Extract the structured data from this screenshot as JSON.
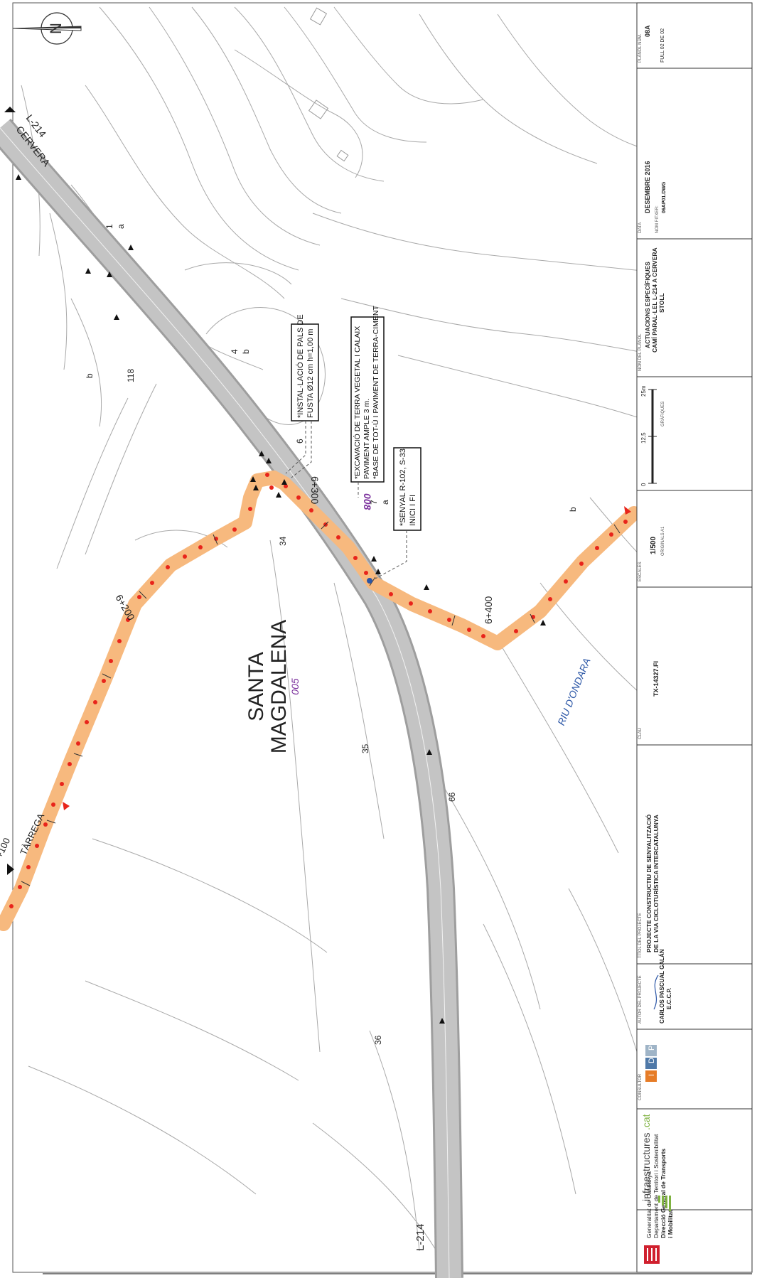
{
  "map": {
    "place_name": [
      "SANTA",
      "MAGDALENA"
    ],
    "place_code": "005",
    "road_labels": {
      "main_road": "L-214",
      "to_cervera_road": "L-214",
      "to_cervera": "CERVERA",
      "to_tarrega": "TÀRREGA"
    },
    "river": "RIU D'ONDARA",
    "chainage": {
      "km_6_100": "+100",
      "km_6_200": "6+200",
      "km_6_300": "6+300",
      "km_6_400": "6+400"
    },
    "parcels": {
      "p1": "1",
      "p1a": "a",
      "p4": "4",
      "p4b": "b",
      "b_left": "b",
      "b_right": "b",
      "p118": "118",
      "p34": "34",
      "p35": "35",
      "p36": "36",
      "p66": "66",
      "p7": "7",
      "p7a": "a"
    },
    "markers": {
      "m6": "6",
      "m008": "008"
    },
    "callouts": {
      "fence": [
        "*INSTAL·LACIÓ DE PALS DE",
        "FUSTA Ø12 cm h=1,00 m"
      ],
      "excavation": [
        "*EXCAVACIÓ DE TERRA VEGETAL I CALAIX",
        "PAVIMENT AMPLE 3 m.",
        "*BASE DE TOT-Ú I PAVIMENT DE TERRA-CIMENT"
      ],
      "sign": [
        "*SENYAL R-102, S-33",
        "INICI I FI"
      ]
    },
    "colors": {
      "road": "#bdbdbd",
      "path": "#f7b97e",
      "marks": "#e8241b",
      "purple": "#7a2f9c",
      "river_text": "#2b56a6"
    }
  },
  "title_block": {
    "org": [
      "Generalitat de Catalunya",
      "Departament de Territori i Sostenibilitat",
      "Direcció General de Transports",
      "i Mobilitat"
    ],
    "infra": "infraestructures",
    "infra_suffix": ".cat",
    "consultor_label": "CONSULTOR",
    "consultor_letters": [
      "I",
      "D",
      "P"
    ],
    "autor_label": "AUTOR DEL PROJECTE",
    "autor_name": "CARLOS PASCUAL GALÁN",
    "autor_title": "E.C.C.P.",
    "titol_label": "TÍTOL DEL PROJECTE",
    "titol": [
      "PROJECTE CONSTRUCTIU DE SENYALITZACIÓ",
      "DE LA VIA CICLOTURÍSTICA INTERCATALUNYA"
    ],
    "clau_label": "CLAU",
    "clau": "TX-14327.FI",
    "escales_label": "ESCALES",
    "escala": "1/500",
    "originals": "ORIGINALS A1",
    "scale_ticks": [
      "0",
      "12,5",
      "25m"
    ],
    "grafiques": "GRÀFIQUES",
    "nom_planol_label": "NOM DEL PLÀNOL",
    "nom_planol": [
      "ACTUACIONS ESPECÍFIQUES",
      "CAMÍ PARAL·LEL L-214 A CERVERA",
      "STOLL"
    ],
    "data_label": "DATA",
    "data": "DESEMBRE 2016",
    "nom_fitxer_label": "NOM FITXER:",
    "nom_fitxer": "06AP01.DWG",
    "planol_num_label": "PLÀNOL NÚM.",
    "planol_num": "08A",
    "full": "FULL 02 DE 02"
  }
}
